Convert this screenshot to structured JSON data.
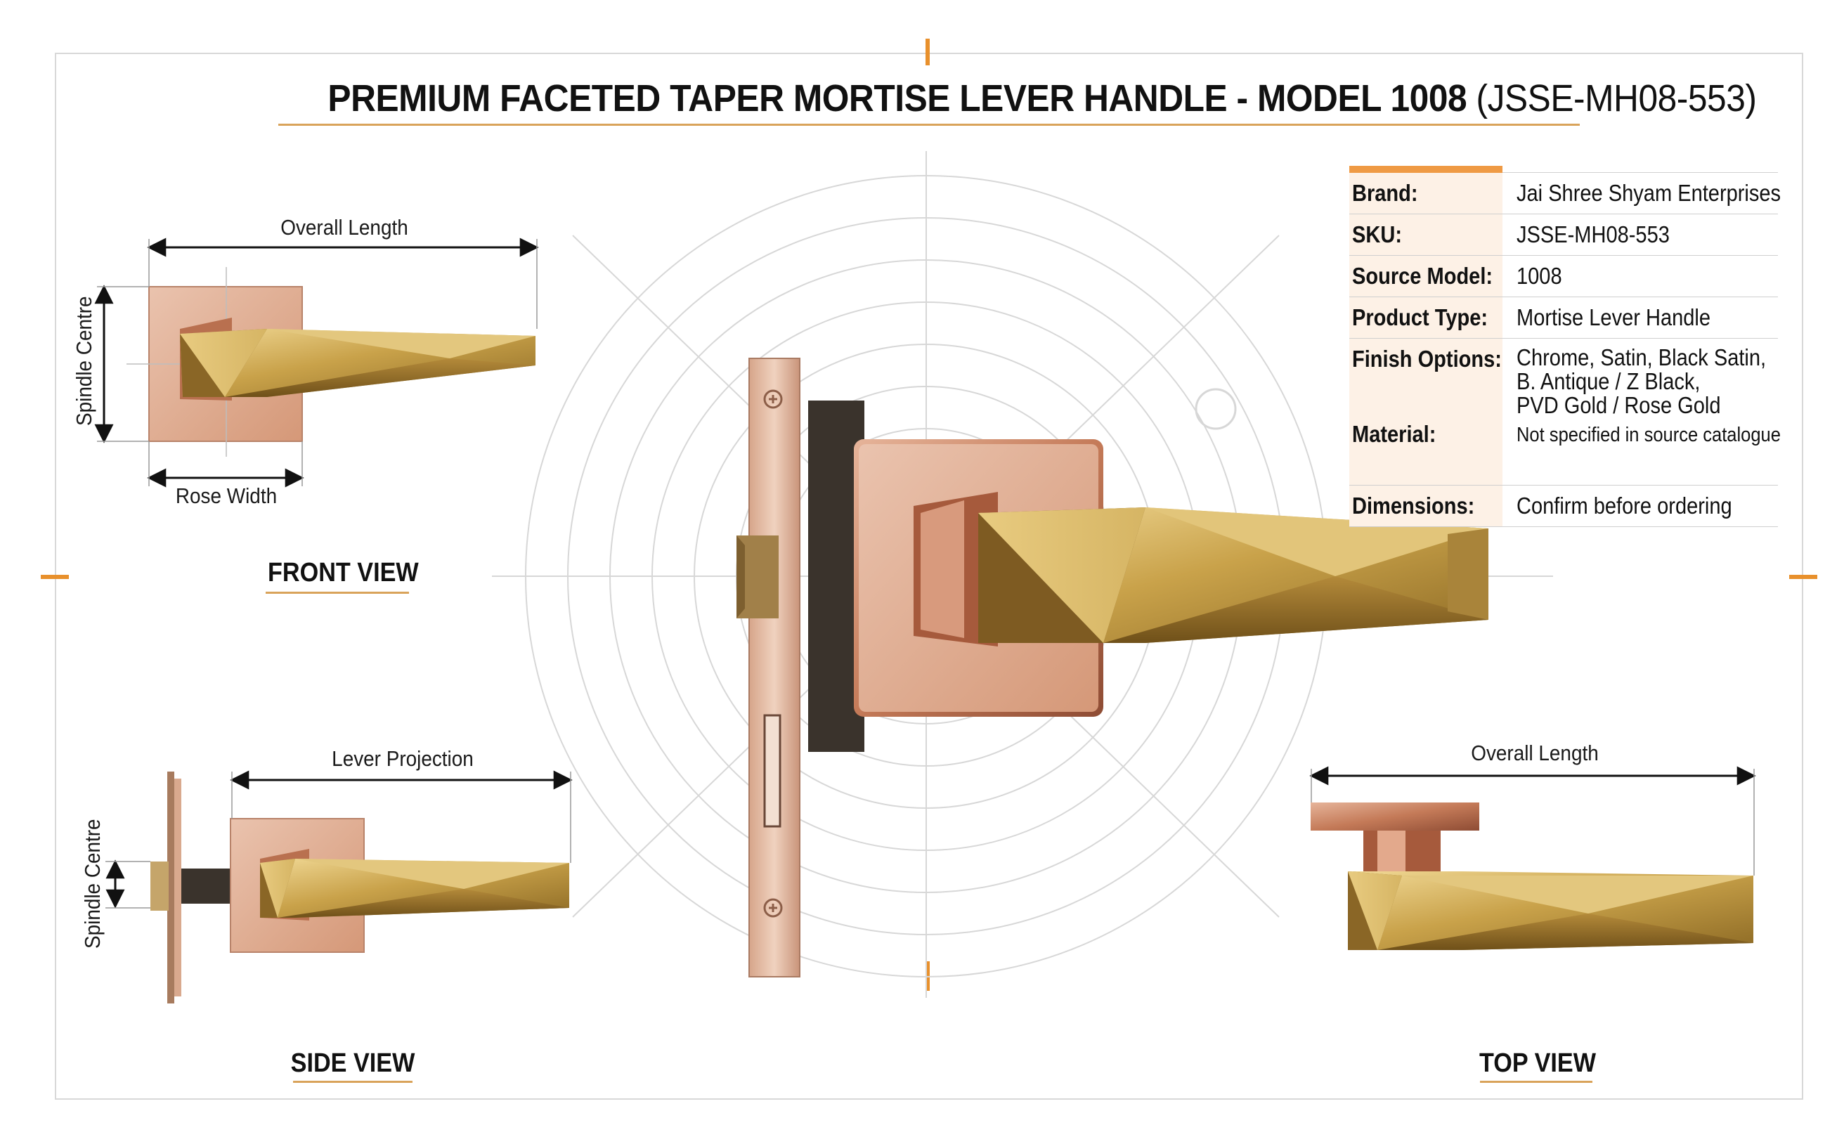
{
  "title": {
    "main": "PREMIUM FACETED TAPER MORTISE LEVER HANDLE - MODEL 1008",
    "code": "(JSSE-MH08-553)"
  },
  "front_view": {
    "label": "FRONT VIEW",
    "overall_length": "Overall Length",
    "spindle_centre": "Spindle Centre",
    "rose_width": "Rose Width"
  },
  "side_view": {
    "label": "SIDE VIEW",
    "lever_projection": "Lever Projection",
    "spindle_centre": "Spindle Centre"
  },
  "top_view": {
    "label": "TOP VIEW",
    "overall_length": "Overall Length"
  },
  "specs": [
    {
      "key": "Brand:",
      "value": "Jai Shree Shyam Enterprises"
    },
    {
      "key": "SKU:",
      "value": "JSSE-MH08-553"
    },
    {
      "key": "Source Model:",
      "value": "1008"
    },
    {
      "key": "Product Type:",
      "value": "Mortise Lever Handle"
    },
    {
      "key": "Finish Options:",
      "value": "Chrome, Satin, Black Satin,",
      "value2": "B. Antique / Z Black,",
      "value3": "PVD Gold / Rose Gold"
    },
    {
      "key": "Material:",
      "value": "Not specified in source catalogue"
    },
    {
      "key": "Dimensions:",
      "value": "Confirm before ordering"
    }
  ],
  "colors": {
    "accent": "#e8902c",
    "rule": "#d9a35a",
    "gold": "#c9a24a",
    "rose_gold": "#c47a58",
    "frame": "#d8d8d8"
  }
}
